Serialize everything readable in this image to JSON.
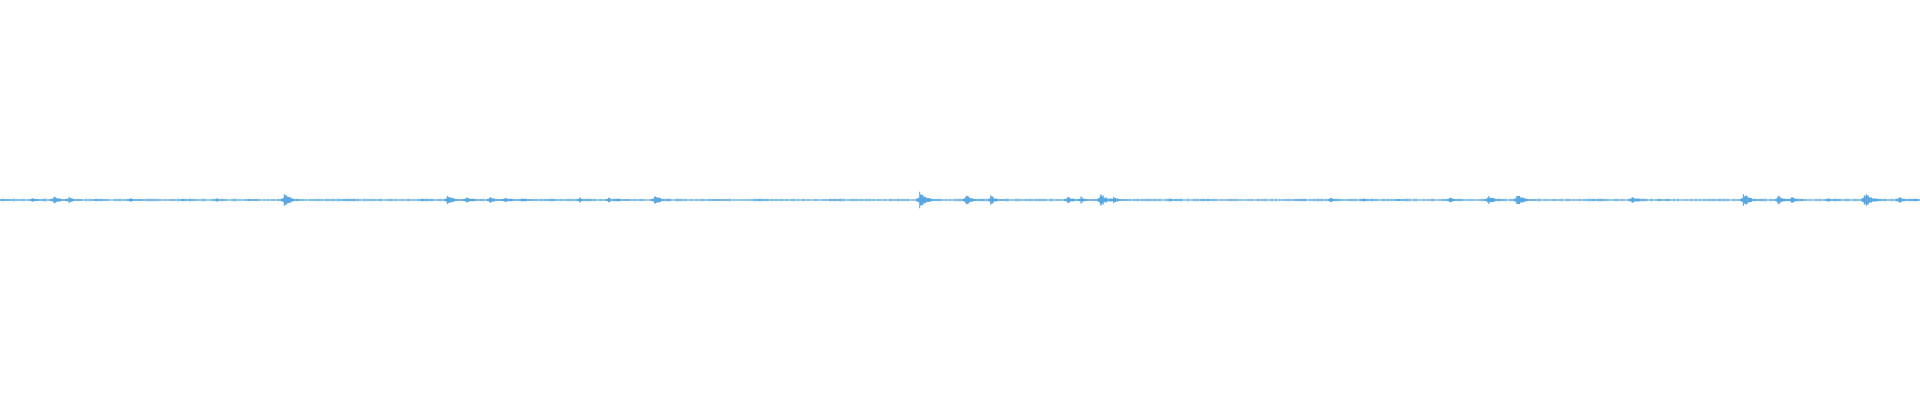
{
  "waveform": {
    "color": "#5aa8e0",
    "background": "#ffffff",
    "bursts": [
      {
        "t": 0.002,
        "a": 0.15
      },
      {
        "t": 0.017,
        "a": 0.3
      },
      {
        "t": 0.028,
        "a": 0.45
      },
      {
        "t": 0.036,
        "a": 0.35
      },
      {
        "t": 0.05,
        "a": 0.2
      },
      {
        "t": 0.068,
        "a": 0.25
      },
      {
        "t": 0.095,
        "a": 0.15
      },
      {
        "t": 0.113,
        "a": 0.18
      },
      {
        "t": 0.13,
        "a": 0.15
      },
      {
        "t": 0.148,
        "a": 0.7
      },
      {
        "t": 0.18,
        "a": 0.1
      },
      {
        "t": 0.22,
        "a": 0.22
      },
      {
        "t": 0.233,
        "a": 0.6
      },
      {
        "t": 0.243,
        "a": 0.45
      },
      {
        "t": 0.255,
        "a": 0.4
      },
      {
        "t": 0.263,
        "a": 0.35
      },
      {
        "t": 0.272,
        "a": 0.25
      },
      {
        "t": 0.285,
        "a": 0.12
      },
      {
        "t": 0.302,
        "a": 0.28
      },
      {
        "t": 0.317,
        "a": 0.3
      },
      {
        "t": 0.322,
        "a": 0.22
      },
      {
        "t": 0.341,
        "a": 0.55
      },
      {
        "t": 0.372,
        "a": 0.12
      },
      {
        "t": 0.395,
        "a": 0.1
      },
      {
        "t": 0.433,
        "a": 0.1
      },
      {
        "t": 0.479,
        "a": 0.85
      },
      {
        "t": 0.503,
        "a": 0.6
      },
      {
        "t": 0.516,
        "a": 0.5
      },
      {
        "t": 0.556,
        "a": 0.45
      },
      {
        "t": 0.563,
        "a": 0.4
      },
      {
        "t": 0.573,
        "a": 0.75
      },
      {
        "t": 0.58,
        "a": 0.35
      },
      {
        "t": 0.61,
        "a": 0.15
      },
      {
        "t": 0.627,
        "a": 0.12
      },
      {
        "t": 0.675,
        "a": 0.12
      },
      {
        "t": 0.693,
        "a": 0.3
      },
      {
        "t": 0.71,
        "a": 0.2
      },
      {
        "t": 0.728,
        "a": 0.15
      },
      {
        "t": 0.755,
        "a": 0.35
      },
      {
        "t": 0.775,
        "a": 0.55
      },
      {
        "t": 0.79,
        "a": 0.65
      },
      {
        "t": 0.83,
        "a": 0.15
      },
      {
        "t": 0.85,
        "a": 0.45
      },
      {
        "t": 0.865,
        "a": 0.12
      },
      {
        "t": 0.908,
        "a": 0.7
      },
      {
        "t": 0.926,
        "a": 0.55
      },
      {
        "t": 0.933,
        "a": 0.4
      },
      {
        "t": 0.952,
        "a": 0.2
      },
      {
        "t": 0.971,
        "a": 0.85
      },
      {
        "t": 0.989,
        "a": 0.4
      },
      {
        "t": 0.997,
        "a": 0.2
      }
    ]
  }
}
